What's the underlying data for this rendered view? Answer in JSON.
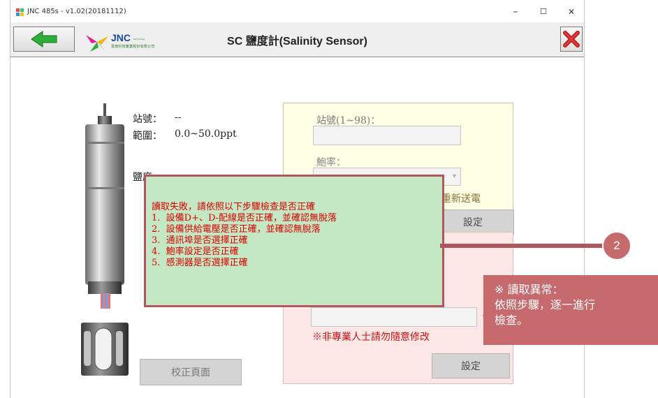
{
  "window": {
    "title": "JNC 485s - v1.02(20181112)",
    "controls": {
      "minimize": "–",
      "maximize": "☐",
      "close": "✕"
    }
  },
  "header": {
    "logo_text": "JNC",
    "logo_tagline": "technology",
    "logo_subtext": "嘉南科技實業股份有限公司",
    "page_title": "SC 鹽度計(Salinity Sensor)"
  },
  "info": {
    "station_label": "站號：",
    "station_value": "--",
    "range_label": "範圍：",
    "range_value": "0.0~50.0ppt",
    "salinity_label": "鹽度",
    "calibration_button": "校正頁面"
  },
  "settings_panel": {
    "station_label": "站號(1~98)：",
    "station_value": "",
    "baud_label": "鮑率：",
    "reboot_note": "重新送電",
    "set_button": "設定"
  },
  "temp_panel": {
    "unit": "°C",
    "warning": "※非專業人士請勿隨意修改",
    "set_button": "設定"
  },
  "error_dialog": {
    "lines": [
      "讀取失敗，請依照以下步驟檢查是否正確",
      "1.  設備D+、D-配線是否正確，並確認無脫落",
      "2.  設備供給電壓是否正確，並確認無脫落",
      "3.  通訊埠是否選擇正確",
      "4.  鮑率設定是否正確",
      "5.  感測器是否選擇正確"
    ]
  },
  "annotation": {
    "number": "2",
    "lines": [
      "※ 讀取異常：",
      "依照步驟，逐一進行",
      "檢查。"
    ]
  },
  "colors": {
    "error_text": "#e00000",
    "error_bg": "#c3e8c3",
    "accent_border": "#b0565c",
    "annotation_bg": "#c66a6e",
    "settings_bg": "#ffffe6",
    "temp_bg": "#fde6e6"
  },
  "icons": [
    "app-icon",
    "back-arrow-icon",
    "jnc-logo-icon",
    "close-x-icon",
    "salinity-sensor-icon"
  ]
}
